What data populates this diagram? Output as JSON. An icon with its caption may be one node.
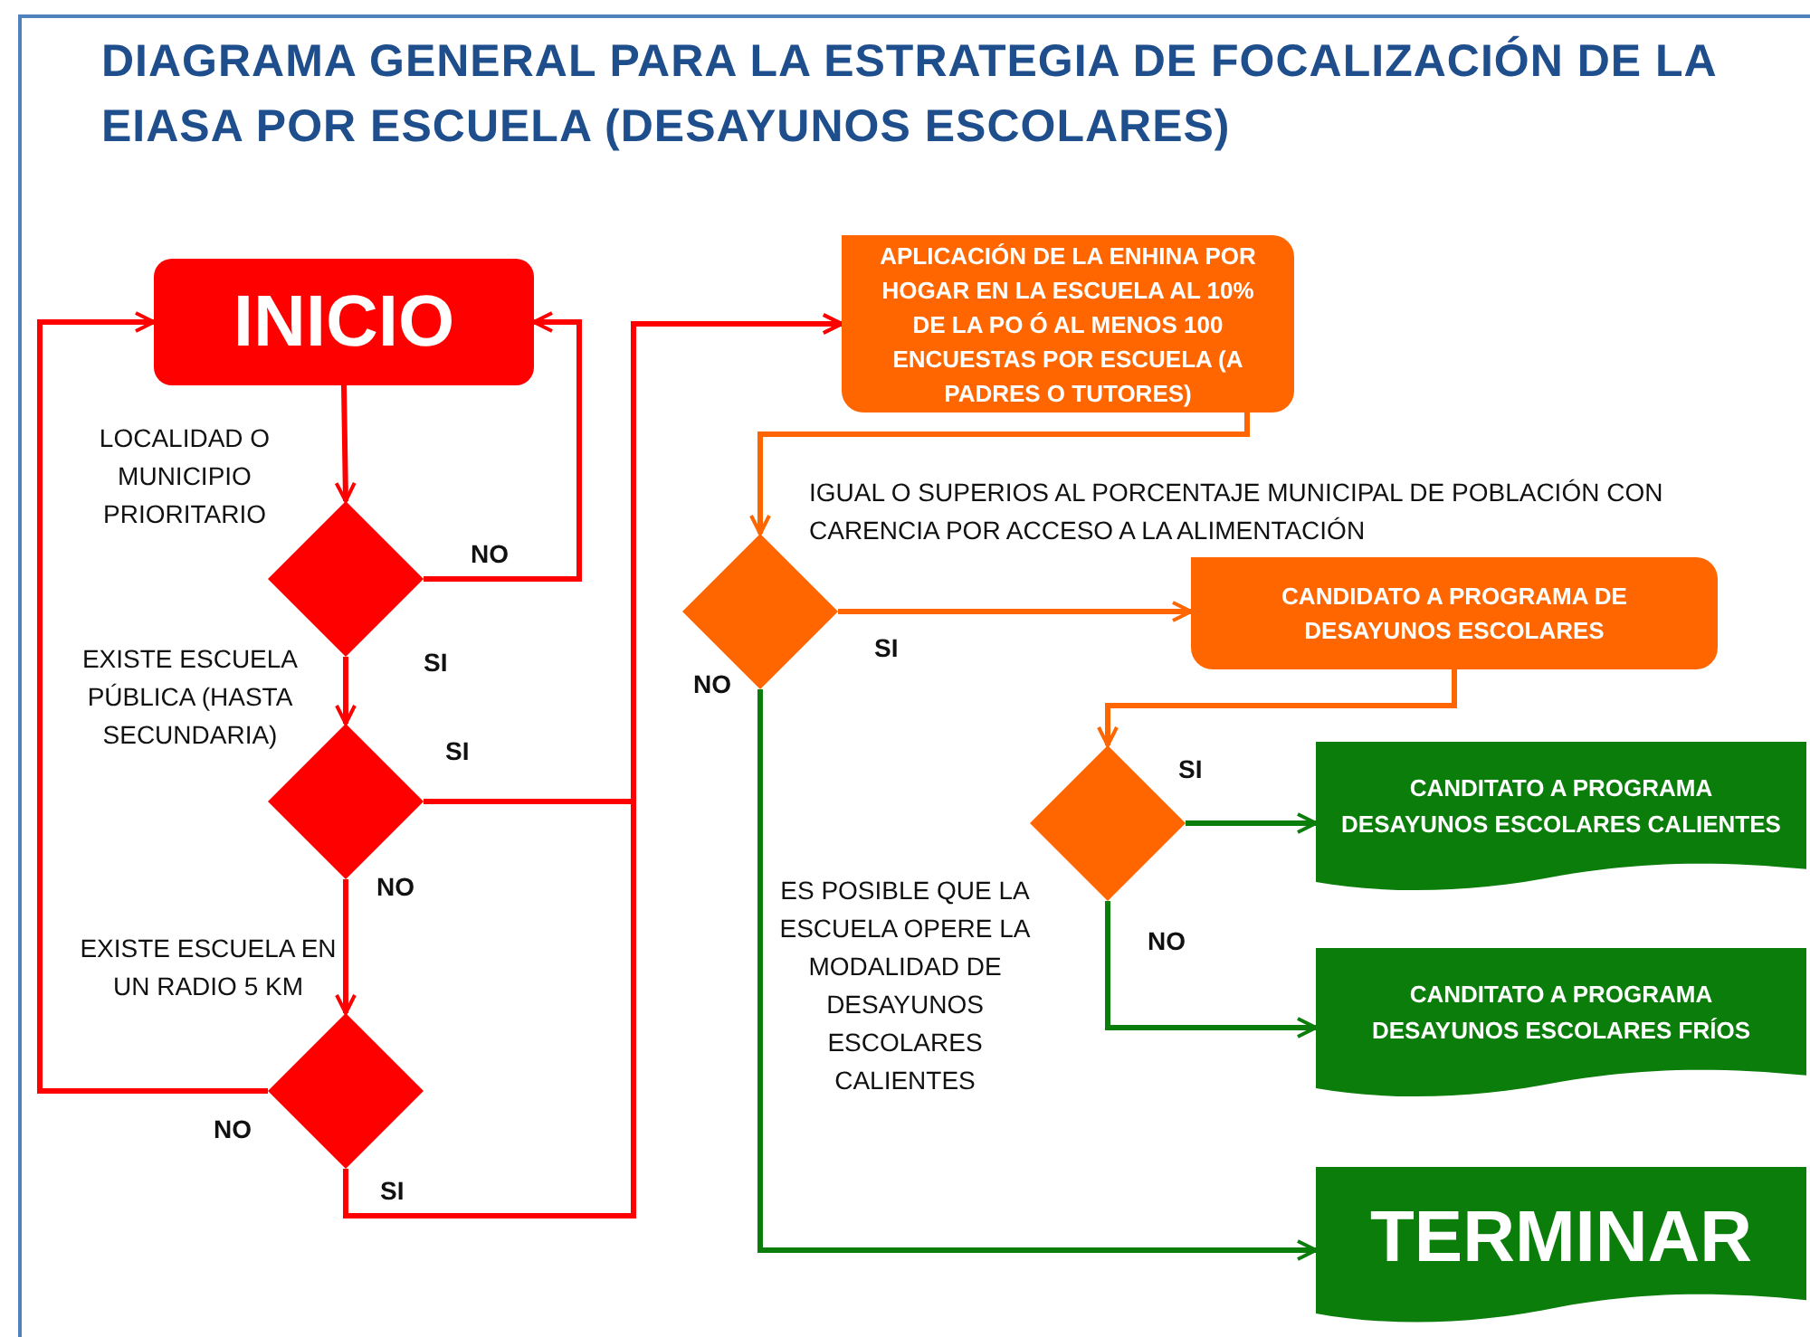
{
  "diagram": {
    "title": "DIAGRAMA GENERAL PARA LA ESTRATEGIA DE FOCALIZACIÓN DE LA EIASA POR ESCUELA (DESAYUNOS ESCOLARES)",
    "nodes": [
      {
        "text": [
          "INICIO"
        ]
      },
      {
        "text": [],
        "shape": "diamond",
        "beside": [
          "LOCALIDAD O MUNICIPIO PRIORITARIO"
        ]
      },
      {
        "text": [],
        "shape": "diamond",
        "beside": [
          "EXISTE ESCUELA PÚBLICA (HASTA SECUNDARIA)"
        ]
      },
      {
        "text": [],
        "shape": "diamond",
        "beside": [
          "EXISTE ESCUELA EN UN RADIO 5 KM"
        ]
      },
      {
        "text": [
          "APLICACIÓN DE LA ENHINA POR HOGAR EN LA ESCUELA AL 10% DE LA PO Ó AL MENOS 100 ENCUESTAS POR ESCUELA (A PADRES O TUTORES)"
        ]
      },
      {
        "text": [],
        "shape": "diamond",
        "beside": [
          "IGUAL O SUPERIOS AL PORCENTAJE MUNICIPAL DE POBLACIÓN CON CARENCIA POR ACCESO A LA ALIMENTACIÓN"
        ]
      },
      {
        "text": [
          "CANDIDATO A PROGRAMA DE DESAYUNOS ESCOLARES"
        ]
      },
      {
        "text": [],
        "shape": "diamond",
        "beside": [
          "ES POSIBLE QUE LA ESCUELA OPERE LA MODALIDAD DE DESAYUNOS ESCOLARES CALIENTES"
        ]
      },
      {
        "text": [
          "CANDITATO A PROGRAMA DESAYUNOS ESCOLARES CALIENTES"
        ]
      },
      {
        "text": [
          "CANDITATO A PROGRAMA DESAYUNOS ESCOLARES FRÍOS"
        ]
      },
      {
        "text": [
          "TERMINAR"
        ]
      }
    ],
    "edges": [
      {
        "from": 0,
        "to": 1,
        "arrow": "to"
      },
      {
        "from": 1,
        "to": 0,
        "arrow": "to",
        "label": "NO"
      },
      {
        "from": 1,
        "to": 2,
        "arrow": "to",
        "label": "SI"
      },
      {
        "from": 2,
        "to": 4,
        "arrow": "to",
        "label": "SI"
      },
      {
        "from": 2,
        "to": 3,
        "arrow": "to",
        "label": "NO"
      },
      {
        "from": 3,
        "to": 0,
        "arrow": "to",
        "label": "NO"
      },
      {
        "from": 3,
        "to": 4,
        "arrow": "to",
        "label": "SI"
      },
      {
        "from": 4,
        "to": 5,
        "arrow": "to",
        "color": "#ff6600"
      },
      {
        "from": 5,
        "to": 6,
        "arrow": "to",
        "label": "SI",
        "color": "#ff6600"
      },
      {
        "from": 5,
        "to": 10,
        "arrow": "to",
        "label": "NO",
        "color": "#0b7d0b"
      },
      {
        "from": 6,
        "to": 7,
        "arrow": "to",
        "color": "#ff6600"
      },
      {
        "from": 7,
        "to": 8,
        "arrow": "to",
        "label": "SI",
        "color": "#0b7d0b"
      },
      {
        "from": 7,
        "to": 9,
        "arrow": "to",
        "label": "NO",
        "color": "#0b7d0b"
      }
    ]
  }
}
